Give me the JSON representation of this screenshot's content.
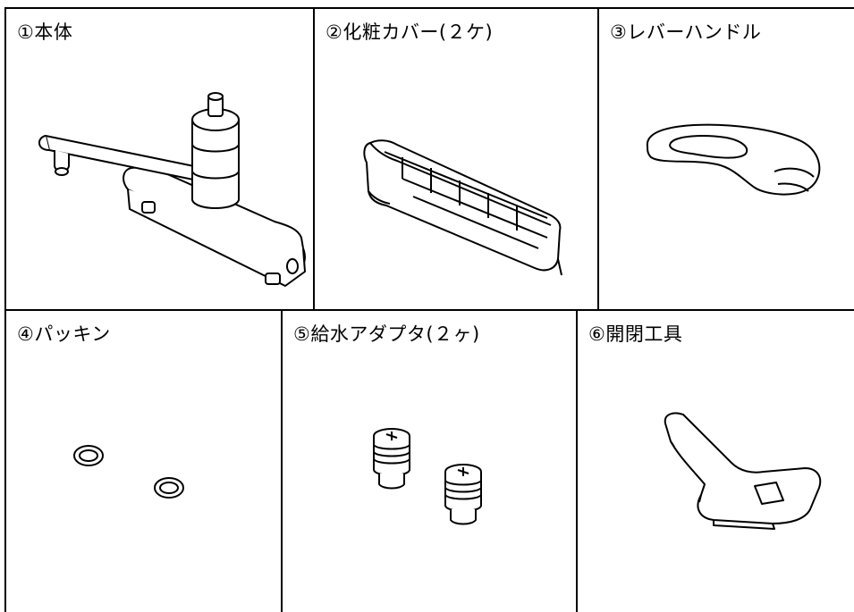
{
  "parts": [
    {
      "label": "①本体",
      "icon": "faucet-body"
    },
    {
      "label": "②化粧カバー(２ケ)",
      "icon": "decorative-cover"
    },
    {
      "label": "③レバーハンドル",
      "icon": "lever-handle"
    },
    {
      "label": "④パッキン",
      "icon": "gasket-rings"
    },
    {
      "label": "⑤給水アダプタ(２ヶ)",
      "icon": "water-supply-adapters"
    },
    {
      "label": "⑥開閉工具",
      "icon": "open-close-tool"
    }
  ]
}
